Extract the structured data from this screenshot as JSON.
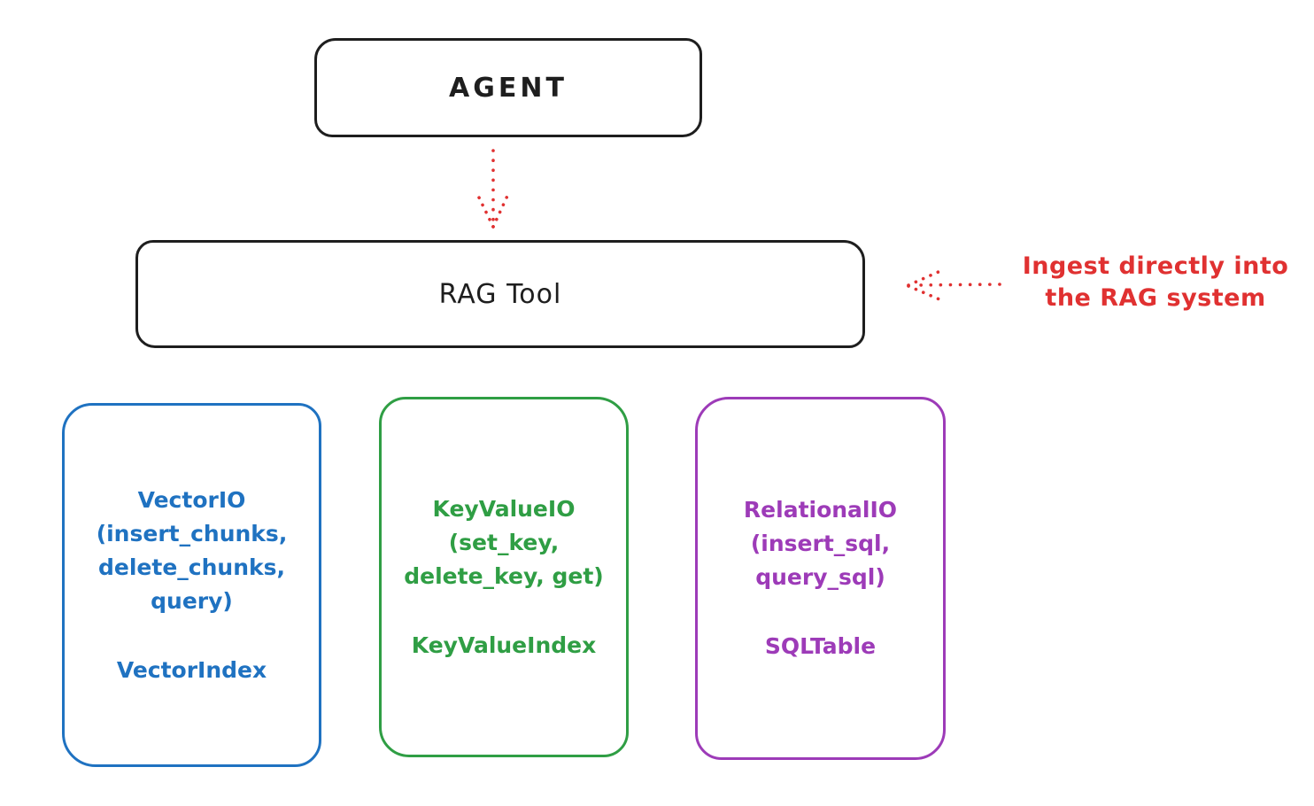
{
  "diagram": {
    "background": "#ffffff",
    "stroke_black": "#1e1e1e",
    "accent_red": "#e03131"
  },
  "nodes": {
    "agent": {
      "label": "AGENT"
    },
    "rag_tool": {
      "label": "RAG Tool"
    }
  },
  "annotation": {
    "text": "Ingest directly into\nthe RAG system",
    "color": "#e03131"
  },
  "arrows": [
    {
      "name": "agent-to-rag-tool-arrow",
      "style": "dotted",
      "color": "#e03131",
      "direction": "down"
    },
    {
      "name": "ingest-annotation-arrow",
      "style": "dotted",
      "color": "#e03131",
      "direction": "left"
    }
  ],
  "cards": [
    {
      "name": "vector-io",
      "color": "#1f72c1",
      "interface": "VectorIO\n(insert_chunks,\ndelete_chunks,\nquery)",
      "index": "VectorIndex"
    },
    {
      "name": "keyvalue-io",
      "color": "#2f9e44",
      "interface": "KeyValueIO\n(set_key,\ndelete_key, get)",
      "index": "KeyValueIndex"
    },
    {
      "name": "relational-io",
      "color": "#9d3bb8",
      "interface": "RelationalIO\n(insert_sql,\nquery_sql)",
      "index": "SQLTable"
    }
  ]
}
